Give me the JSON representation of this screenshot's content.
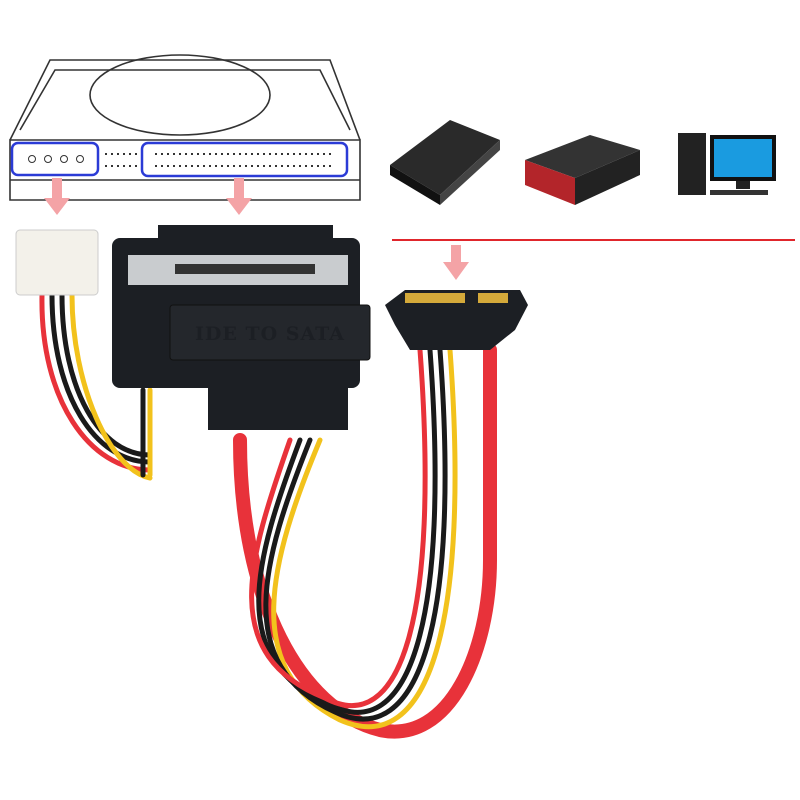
{
  "adapter": {
    "label": "IDE TO SATA"
  },
  "colors": {
    "highlight_box": "#2b3bd6",
    "arrow": "#f4a3a6",
    "divider": "#e0262c",
    "cable_red": "#e8323a",
    "cable_yellow": "#f2c21c",
    "cable_black": "#1a1a1a",
    "adapter_body": "#1c1f24"
  },
  "devices": [
    {
      "name": "hdd-enclosure"
    },
    {
      "name": "hdd-docking-station"
    },
    {
      "name": "desktop-computer"
    }
  ]
}
